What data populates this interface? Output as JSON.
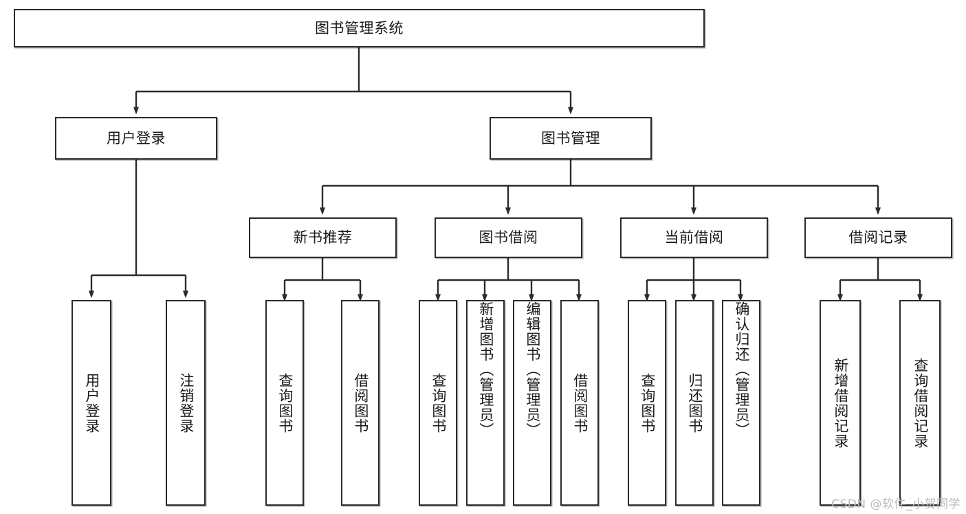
{
  "diagram": {
    "title": "图书管理系统",
    "watermark": "CSDN @软件_小贺同学",
    "line_color": "#2b2b2b",
    "box_fill": "#ffffff",
    "text_color": "#1a1a1a",
    "watermark_color": "#b9b9b9",
    "nodes": {
      "root": "图书管理系统",
      "user_login": "用户登录",
      "book_manage": "图书管理",
      "new_book_rec": "新书推荐",
      "book_borrow": "图书借阅",
      "current_borrow": "当前借阅",
      "borrow_record": "借阅记录",
      "leaf_user_login": "用户登录",
      "leaf_logout": "注销登录",
      "leaf_query_book_1": "查询图书",
      "leaf_borrow_book_1": "借阅图书",
      "leaf_query_book_2": "查询图书",
      "leaf_add_book": "新增图书（管理员）",
      "leaf_edit_book": "编辑图书（管理员）",
      "leaf_borrow_book_2": "借阅图书",
      "leaf_query_book_3": "查询图书",
      "leaf_return_book": "归还图书",
      "leaf_confirm_return": "确认归还（管理员）",
      "leaf_add_record": "新增借阅记录",
      "leaf_query_record": "查询借阅记录"
    }
  },
  "chart_data": {
    "type": "diagram",
    "subtype": "tree-hierarchy",
    "title": "图书管理系统",
    "orientation": "top-down",
    "levels": 4,
    "tree": {
      "label": "图书管理系统",
      "children": [
        {
          "label": "用户登录",
          "children": [
            {
              "label": "用户登录",
              "children": []
            },
            {
              "label": "注销登录",
              "children": []
            }
          ]
        },
        {
          "label": "图书管理",
          "children": [
            {
              "label": "新书推荐",
              "children": [
                {
                  "label": "查询图书",
                  "children": []
                },
                {
                  "label": "借阅图书",
                  "children": []
                }
              ]
            },
            {
              "label": "图书借阅",
              "children": [
                {
                  "label": "查询图书",
                  "children": []
                },
                {
                  "label": "新增图书（管理员）",
                  "children": []
                },
                {
                  "label": "编辑图书（管理员）",
                  "children": []
                },
                {
                  "label": "借阅图书",
                  "children": []
                }
              ]
            },
            {
              "label": "当前借阅",
              "children": [
                {
                  "label": "查询图书",
                  "children": []
                },
                {
                  "label": "归还图书",
                  "children": []
                },
                {
                  "label": "确认归还（管理员）",
                  "children": []
                }
              ]
            },
            {
              "label": "借阅记录",
              "children": [
                {
                  "label": "新增借阅记录",
                  "children": []
                },
                {
                  "label": "查询借阅记录",
                  "children": []
                }
              ]
            }
          ]
        }
      ]
    },
    "edge_style": "orthogonal-elbow-with-arrowhead",
    "node_count": 20
  }
}
